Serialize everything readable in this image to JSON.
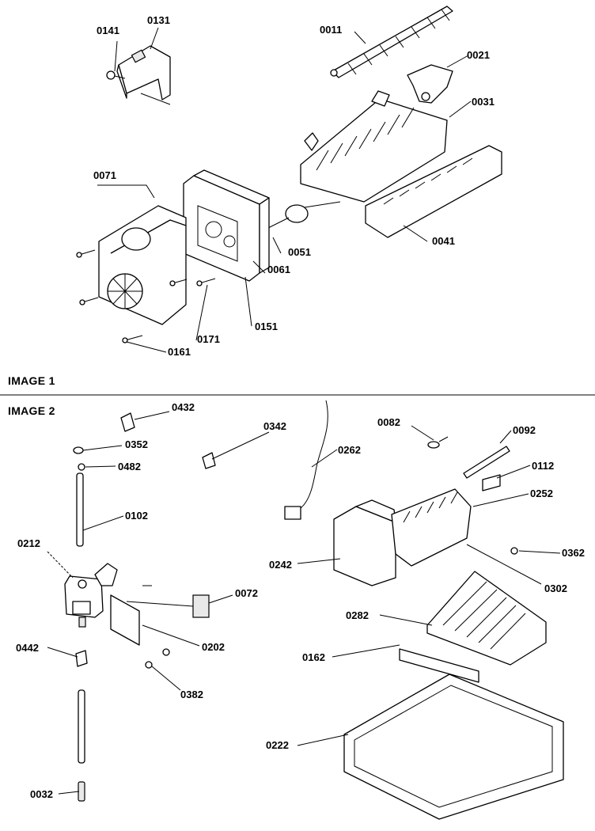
{
  "sections": {
    "image1_label": "IMAGE 1",
    "image2_label": "IMAGE 2"
  },
  "image1_parts": {
    "p0141": "0141",
    "p0131": "0131",
    "p0011": "0011",
    "p0021": "0021",
    "p0031": "0031",
    "p0071": "0071",
    "p0051": "0051",
    "p0061": "0061",
    "p0041": "0041",
    "p0151": "0151",
    "p0171": "0171",
    "p0161": "0161"
  },
  "image2_parts": {
    "p0432": "0432",
    "p0352": "0352",
    "p0482": "0482",
    "p0102": "0102",
    "p0212": "0212",
    "p0342": "0342",
    "p0262": "0262",
    "p0082": "0082",
    "p0092": "0092",
    "p0112": "0112",
    "p0252": "0252",
    "p0362": "0362",
    "p0242": "0242",
    "p0302": "0302",
    "p0072": "0072",
    "p0202": "0202",
    "p0282": "0282",
    "p0162": "0162",
    "p0442": "0442",
    "p0382": "0382",
    "p0222": "0222",
    "p0032": "0032"
  }
}
